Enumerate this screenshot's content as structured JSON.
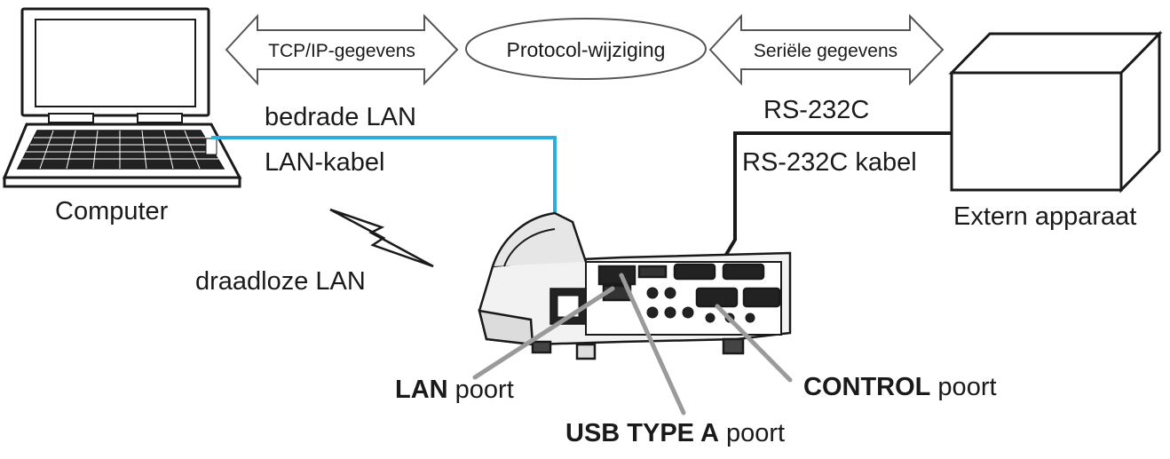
{
  "arrows": {
    "tcpip": "TCP/IP-gegevens",
    "protocol": "Protocol-wijziging",
    "serial": "Seriële gegevens"
  },
  "labels": {
    "computer": "Computer",
    "wired_lan": "bedrade LAN",
    "lan_cable": "LAN-kabel",
    "wireless_lan": "draadloze LAN",
    "rs232c": "RS-232C",
    "rs232c_cable": "RS-232C kabel",
    "external_device": "Extern apparaat"
  },
  "ports": {
    "lan_bold": "LAN",
    "lan_suffix": " poort",
    "usb_bold": "USB TYPE A",
    "usb_suffix": " poort",
    "control_bold": "CONTROL",
    "control_suffix": " poort"
  },
  "colors": {
    "lan_cable": "#29aee0",
    "rs232_cable": "#1a1a1a",
    "pointer": "#9a9a9a"
  }
}
